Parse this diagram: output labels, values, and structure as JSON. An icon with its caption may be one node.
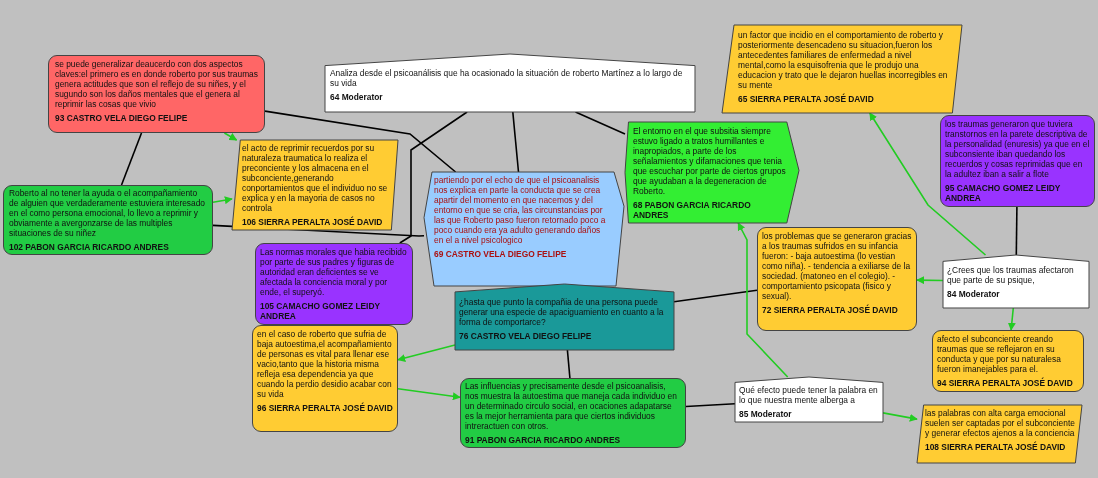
{
  "diagram": {
    "nodes": [
      {
        "text": [
          "se puede generalizar deaucerdo con dos aspectos claves:el primero es en donde roberto por sus traumas genera actitudes que son el reflejo de su niñes, y el sugundo son los daños mentales que el genera al reprimir las cosas que vivio",
          "93 CASTRO VELA DIEGO FELIPE"
        ]
      },
      {
        "text": [
          "Analiza desde el psicoanálisis que ha ocasionado la situación de roberto Martínez a lo largo de su vida",
          "64 Moderator"
        ]
      },
      {
        "text": [
          "un factor que incidio en el comportamiento de roberto y posteriormente desencadeno su situacion,fueron los antecedentes familiares de enfermedad a nivel mental,como la esquisofrenia que le produjo una educacion y trato que le dejaron huellas incorregibles en su mente",
          "65 SIERRA PERALTA JOSÉ DAVID"
        ]
      },
      {
        "text": [
          "el acto de reprimir recuerdos por su naturaleza traumatica  lo realiza el preconciente y los almacena en el subconciente,generando conportamientos que el individuo no se explica y en la mayoria de casos no controla",
          "106 SIERRA PERALTA JOSÉ DAVID"
        ]
      },
      {
        "text": [
          "El entorno en el que subsitia siempre estuvo ligado a tratos humillantes e inapropiados, a parte de los señalamientos y difamaciones que tenia que escuchar por parte de ciertos grupos que ayudaban a la degeneracion de Roberto.",
          "68 PABON GARCIA RICARDO ANDRES"
        ]
      },
      {
        "text": [
          "los traumas generaron que tuviera transtornos en la parete descriptiva de la personalidad (enuresis) ya que en el subconsiente iban quedando los recuerdos y cosas reprimidas que en la adultez iban a salir a flote",
          "95 CAMACHO GOMEZ LEIDY ANDREA"
        ]
      },
      {
        "text": [
          "Roberto al no tener la ayuda o el acompañamiento de alguien que verdaderamente estuviera interesado en el como persona emocional, lo llevo a reprimir y obviamente a avergonzarse de las multiples situaciones de su niñez",
          "102 PABON GARCIA RICARDO ANDRES"
        ]
      },
      {
        "text": [
          "partiendo por el echo de que el psicoanalisis nos explica en parte la conducta que se crea apartir del momento en que nacemos y del entorno en que se cria, las circunstancias por las que Roberto paso fueron retornado poco a poco cuando era ya adulto generando daños en el a nivel psicologico",
          "69 CASTRO VELA DIEGO FELIPE"
        ]
      },
      {
        "text": [
          "Las normas morales que habia recibido por parte de sus padres y figuras de autoridad eran deficientes se ve afectada la conciencia moral y por ende, el superyó.",
          "105 CAMACHO GOMEZ LEIDY ANDREA"
        ]
      },
      {
        "text": [
          "los problemas que se generaron gracias a los traumas sufridos en su infancia fueron:  -  baja autoestima (lo vestian como niña).   - tendencia a exiliarse de la sociedad. (matoneo en el colegio).   -comportamiento psicopata (fisico y sexual).",
          "72 SIERRA PERALTA JOSÉ DAVID"
        ]
      },
      {
        "text": [
          "¿Crees que los traumas afectaron que parte de su psique,",
          "84 Moderator"
        ]
      },
      {
        "text": [
          "¿hasta que punto la compañia de una persona puede generar una especie de apaciguamiento en cuanto a la forma de comportarce?",
          "76 CASTRO VELA DIEGO FELIPE"
        ]
      },
      {
        "text": [
          "en el caso de roberto que sufria de baja autoestima,el acompañamiento de personas es vital para llenar ese vacio,tanto que la historia misma refleja esa dependencia ya que cuando la perdio desidio acabar con su vida",
          "96 SIERRA PERALTA JOSÉ DAVID"
        ]
      },
      {
        "text": [
          "afecto el subconciente creando traumas que se reflejaron en su conducta y que por su naturalesa fueron imanejables para el.",
          "94 SIERRA PERALTA JOSÉ DAVID"
        ]
      },
      {
        "text": [
          "Las influencias y precisamente desde el psicoanalisis, nos muestra la autoestima que maneja cada individuo en un determinado circulo social, en ocaciones adapatarse es la mejor herramienta para que ciertos individuos intreractuen  con otros.",
          "91 PABON GARCIA RICARDO ANDRES"
        ]
      },
      {
        "text": [
          "Qué efecto puede tener la palabra en lo que nuestra mente alberga a",
          "85 Moderator"
        ]
      },
      {
        "text": [
          "las palabras con alta carga emocional suelen ser captadas por el subconciente y generar efectos ajenos a la conciencia",
          "108 SIERRA PERALTA JOSÉ DAVID"
        ]
      }
    ],
    "edges": [
      {
        "from": 0,
        "to": 3,
        "arrow": "to",
        "color": "#22cc22"
      },
      {
        "from": 0,
        "to": 6,
        "arrow": "none"
      },
      {
        "from": 0,
        "to": 7,
        "arrow": "none"
      },
      {
        "from": 6,
        "to": 3,
        "arrow": "to",
        "color": "#22cc22"
      },
      {
        "from": 6,
        "to": 7,
        "arrow": "none"
      },
      {
        "from": 1,
        "to": 8,
        "arrow": "none"
      },
      {
        "from": 1,
        "to": 7,
        "arrow": "none"
      },
      {
        "from": 1,
        "to": 4,
        "arrow": "none"
      },
      {
        "from": 10,
        "to": 2,
        "arrow": "to",
        "color": "#22cc22"
      },
      {
        "from": 10,
        "to": 5,
        "arrow": "none"
      },
      {
        "from": 10,
        "to": 9,
        "arrow": "to",
        "color": "#22cc22"
      },
      {
        "from": 10,
        "to": 13,
        "arrow": "to",
        "color": "#22cc22"
      },
      {
        "from": 11,
        "to": 9,
        "arrow": "none"
      },
      {
        "from": 11,
        "to": 12,
        "arrow": "to",
        "color": "#22cc22"
      },
      {
        "from": 12,
        "to": 14,
        "arrow": "to",
        "color": "#22cc22"
      },
      {
        "from": 11,
        "to": 14,
        "arrow": "none"
      },
      {
        "from": 14,
        "to": 15,
        "arrow": "none"
      },
      {
        "from": 15,
        "to": 4,
        "arrow": "to",
        "color": "#22cc22"
      },
      {
        "from": 15,
        "to": 16,
        "arrow": "to",
        "color": "#22cc22"
      }
    ]
  }
}
